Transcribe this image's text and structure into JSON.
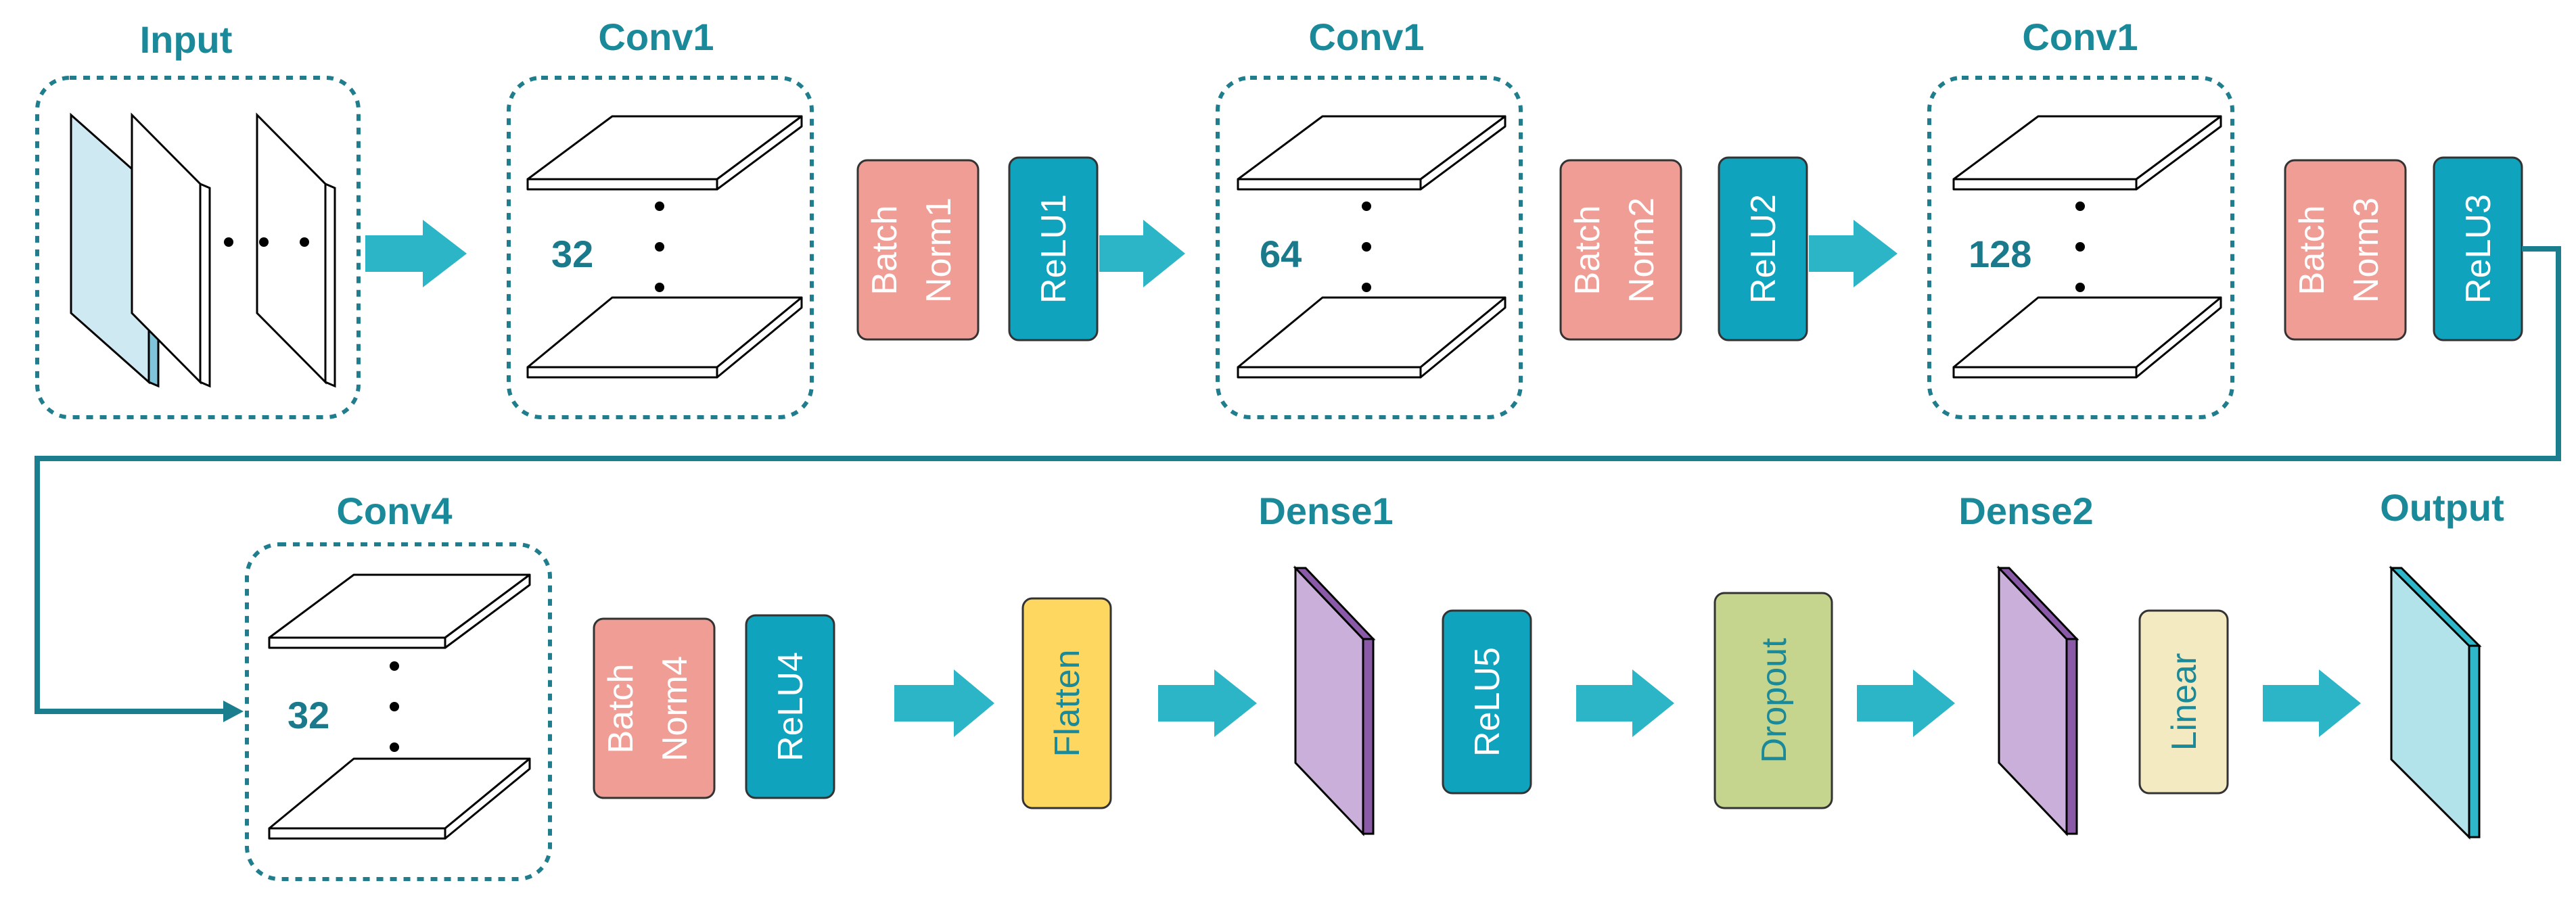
{
  "colors": {
    "title": "#1a8a9a",
    "dashed_border": "#1f7d8e",
    "arrow": "#2cb5c6",
    "batchnorm": "#ef9d95",
    "relu": "#0fa3bd",
    "flatten": "#fdd760",
    "dropout": "#c6d58e",
    "linear": "#f4eac2",
    "dense": "#c9afd9",
    "input": "#cfe9f2",
    "output": "#b2e2ea"
  },
  "blocks": {
    "input": {
      "title": "Input"
    },
    "conv_a": {
      "title": "Conv1",
      "count": "32"
    },
    "conv_b": {
      "title": "Conv1",
      "count": "64"
    },
    "conv_c": {
      "title": "Conv1",
      "count": "128"
    },
    "conv_d": {
      "title": "Conv4",
      "count": "32"
    },
    "dense1": {
      "title": "Dense1"
    },
    "dense2": {
      "title": "Dense2"
    },
    "output": {
      "title": "Output"
    }
  },
  "layers": {
    "bn1": {
      "line1": "Batch",
      "line2": "Norm1"
    },
    "bn2": {
      "line1": "Batch",
      "line2": "Norm2"
    },
    "bn3": {
      "line1": "Batch",
      "line2": "Norm3"
    },
    "bn4": {
      "line1": "Batch",
      "line2": "Norm4"
    },
    "relu1": "ReLU1",
    "relu2": "ReLU2",
    "relu3": "ReLU3",
    "relu4": "ReLU4",
    "relu5": "ReLU5",
    "flatten": "Flatten",
    "dropout": "Dropout",
    "linear": "Linear"
  }
}
